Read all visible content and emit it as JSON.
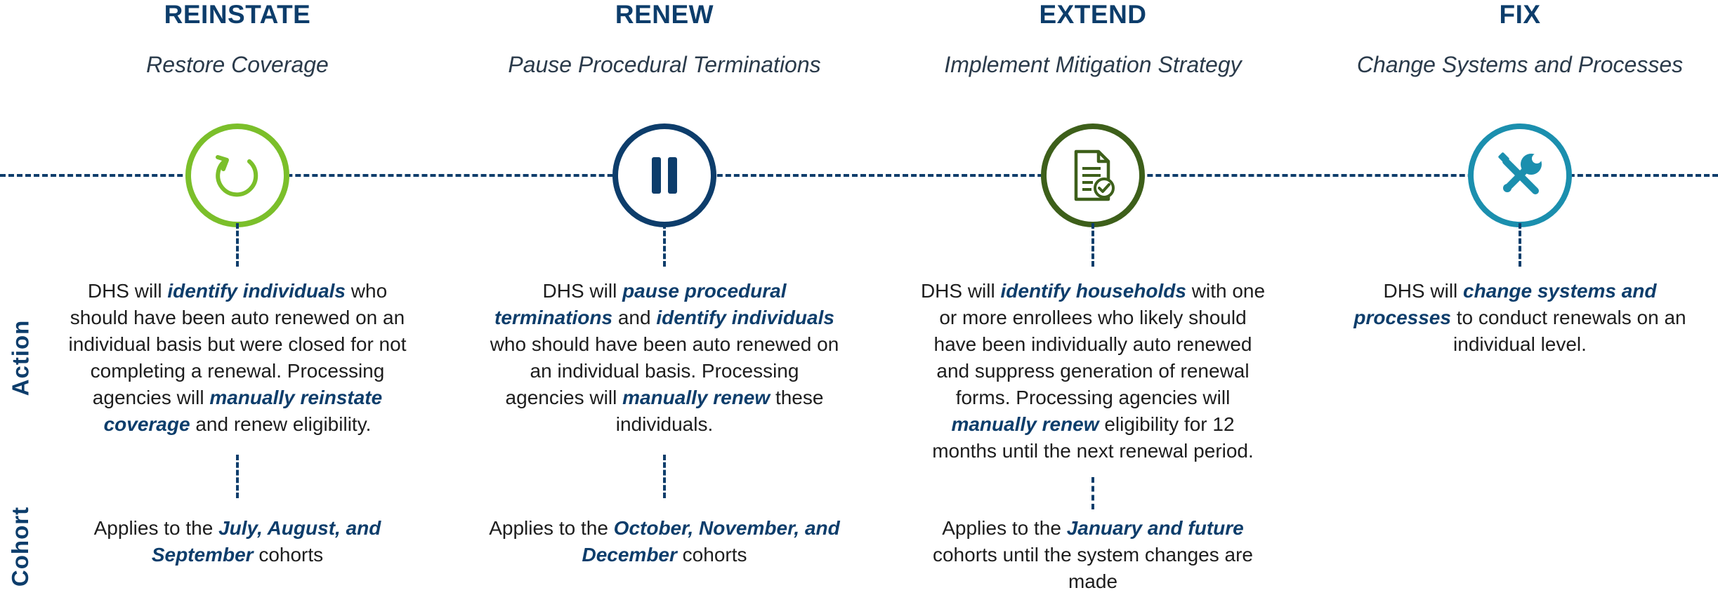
{
  "row_labels": {
    "action": "Action",
    "cohort": "Cohort"
  },
  "colors": {
    "navy": "#0d3d6b",
    "reinstate": "#7bbf2a",
    "renew": "#0d3d6b",
    "extend": "#3d5f1a",
    "fix": "#1b8fae"
  },
  "columns": [
    {
      "title": "REINSTATE",
      "subtitle": "Restore Coverage",
      "icon": "refresh-icon",
      "action": [
        {
          "t": "DHS will "
        },
        {
          "t": "identify individuals",
          "em": true
        },
        {
          "t": "  who should have been auto renewed on an individual basis but were closed for not completing a renewal. Processing agencies will "
        },
        {
          "t": "manually reinstate coverage",
          "em": true
        },
        {
          "t": " and renew eligibility."
        }
      ],
      "cohort": [
        {
          "t": "Applies to the "
        },
        {
          "t": "July, August, and September",
          "em": true
        },
        {
          "t": " cohorts"
        }
      ]
    },
    {
      "title": "RENEW",
      "subtitle": "Pause Procedural Terminations",
      "icon": "pause-icon",
      "action": [
        {
          "t": "DHS will "
        },
        {
          "t": "pause procedural terminations",
          "em": true
        },
        {
          "t": " and "
        },
        {
          "t": "identify individuals",
          "em": true
        },
        {
          "t": " who should have been auto renewed on an individual basis. Processing agencies will "
        },
        {
          "t": "manually renew",
          "em": true
        },
        {
          "t": " these individuals."
        }
      ],
      "cohort": [
        {
          "t": "Applies to the "
        },
        {
          "t": "October, November, and December",
          "em": true
        },
        {
          "t": " cohorts"
        }
      ]
    },
    {
      "title": "EXTEND",
      "subtitle": "Implement Mitigation Strategy",
      "icon": "document-check-icon",
      "action": [
        {
          "t": "DHS will "
        },
        {
          "t": "identify households",
          "em": true
        },
        {
          "t": "  with one or more enrollees who likely should have been individually auto renewed and suppress generation of renewal forms. Processing agencies will "
        },
        {
          "t": "manually renew",
          "em": true
        },
        {
          "t": " eligibility for 12 months until the next renewal period."
        }
      ],
      "cohort": [
        {
          "t": "Applies to the "
        },
        {
          "t": "January and future",
          "em": true
        },
        {
          "t": " cohorts until the system changes are made"
        }
      ]
    },
    {
      "title": "FIX",
      "subtitle": "Change Systems and Processes",
      "icon": "tools-icon",
      "action": [
        {
          "t": "DHS will "
        },
        {
          "t": "change systems and processes",
          "em": true
        },
        {
          "t": " to conduct renewals on an individual level."
        }
      ],
      "cohort": []
    }
  ]
}
